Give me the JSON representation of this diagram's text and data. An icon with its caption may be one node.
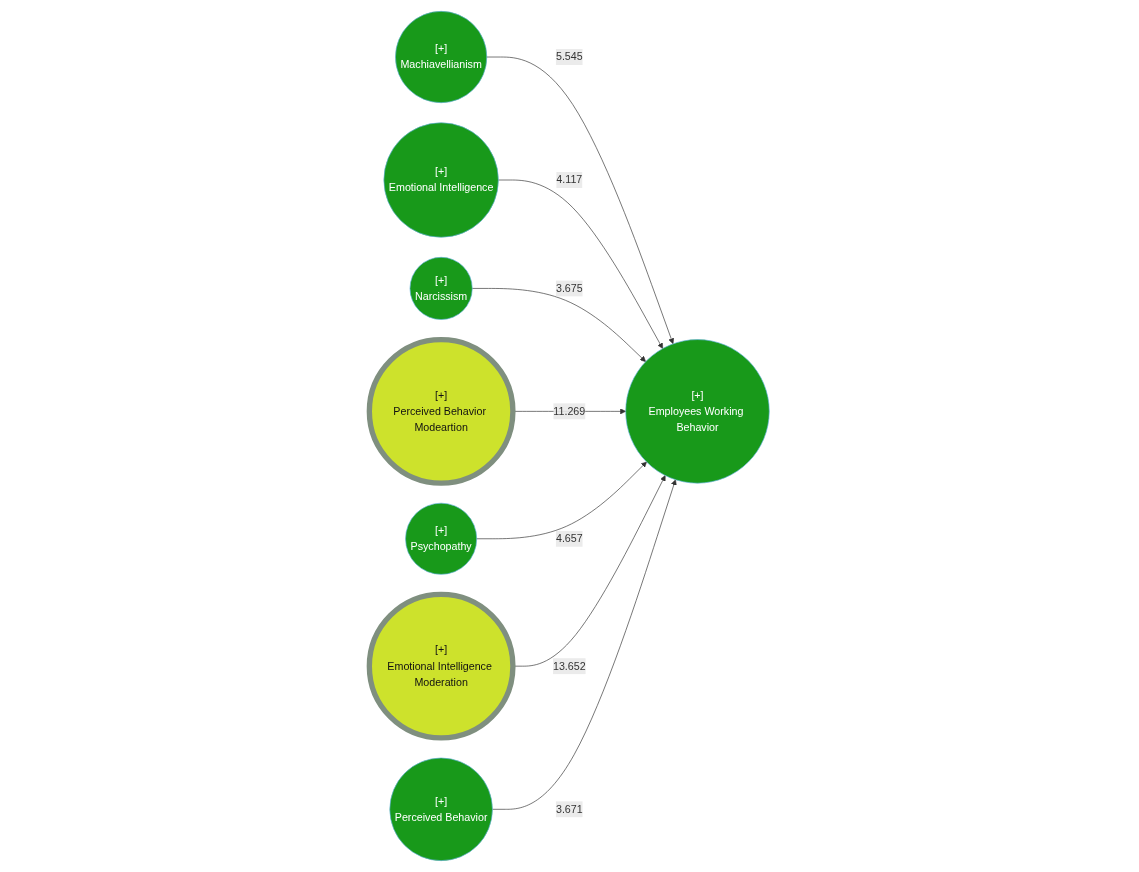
{
  "diagram": {
    "nodes": [
      {
        "text": [
          "[+]",
          "Machiavellianism"
        ]
      },
      {
        "text": [
          "[+]",
          "Emotional Intelligence"
        ]
      },
      {
        "text": [
          "[+]",
          "Narcissism"
        ]
      },
      {
        "text": [
          "[+]",
          "Employees Working Behavior"
        ]
      },
      {
        "text": [
          "[+]",
          "Perceived Behavior Modeartion"
        ]
      },
      {
        "text": [
          "[+]",
          "Psychopathy"
        ]
      },
      {
        "text": [
          "[+]",
          "Emotional Intelligence Moderation"
        ]
      },
      {
        "text": [
          "[+]",
          "Perceived Behavior"
        ]
      }
    ],
    "edges": [
      {
        "from": 0,
        "to": 3,
        "arrow": "to",
        "label": "5.545"
      },
      {
        "from": 1,
        "to": 3,
        "arrow": "to",
        "label": "4.117"
      },
      {
        "from": 2,
        "to": 3,
        "arrow": "to",
        "label": "3.675"
      },
      {
        "from": 4,
        "to": 3,
        "arrow": "to",
        "label": "11.269"
      },
      {
        "from": 5,
        "to": 3,
        "arrow": "to",
        "label": "4.657"
      },
      {
        "from": 6,
        "to": 3,
        "arrow": "to",
        "label": "13.652"
      },
      {
        "from": 7,
        "to": 3,
        "arrow": "to",
        "label": "3.671"
      }
    ]
  }
}
